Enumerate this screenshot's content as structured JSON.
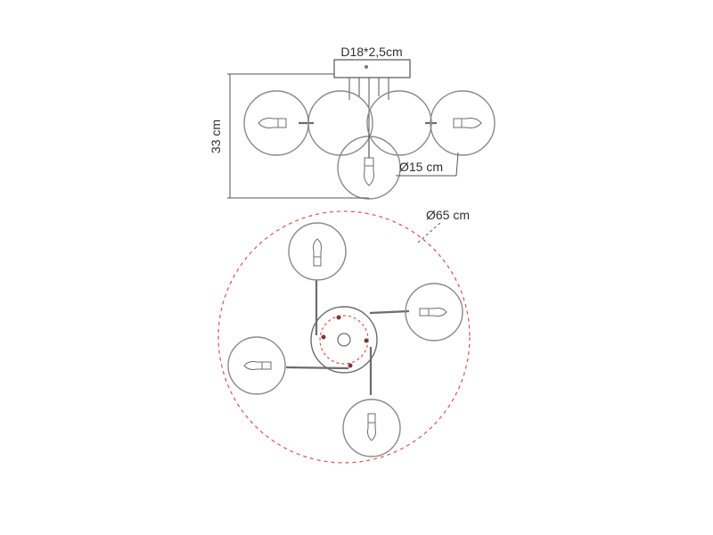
{
  "labels": {
    "canopy_dimension": "D18*2,5cm",
    "height": "33 cm",
    "globe_diameter": "Ø15 cm",
    "total_diameter": "Ø65 cm"
  },
  "colors": {
    "line": "#555555",
    "globe": "#8a8a8a",
    "dashed_circle": "#d9534f"
  }
}
